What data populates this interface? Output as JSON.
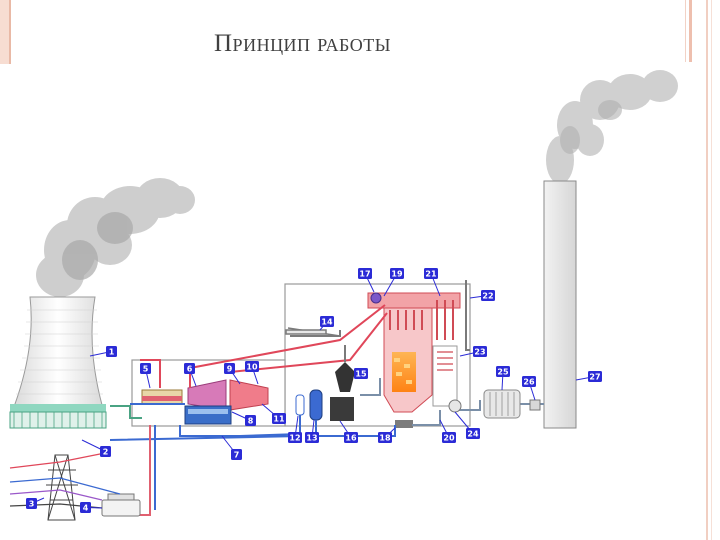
{
  "title": "Принцип работы",
  "callouts": [
    "1",
    "2",
    "3",
    "4",
    "5",
    "6",
    "7",
    "8",
    "9",
    "10",
    "11",
    "12",
    "13",
    "14",
    "15",
    "16",
    "17",
    "18",
    "19",
    "20",
    "21",
    "22",
    "23",
    "24",
    "25",
    "26",
    "27"
  ],
  "colors": {
    "callout": "#2b2bd6",
    "water_pipe": "#3b6ad1",
    "steam_pipe": "#e0475a",
    "condensate": "#7a8fa8",
    "boiler": "#f2a3a7",
    "smoke": "#bdbdbd"
  }
}
